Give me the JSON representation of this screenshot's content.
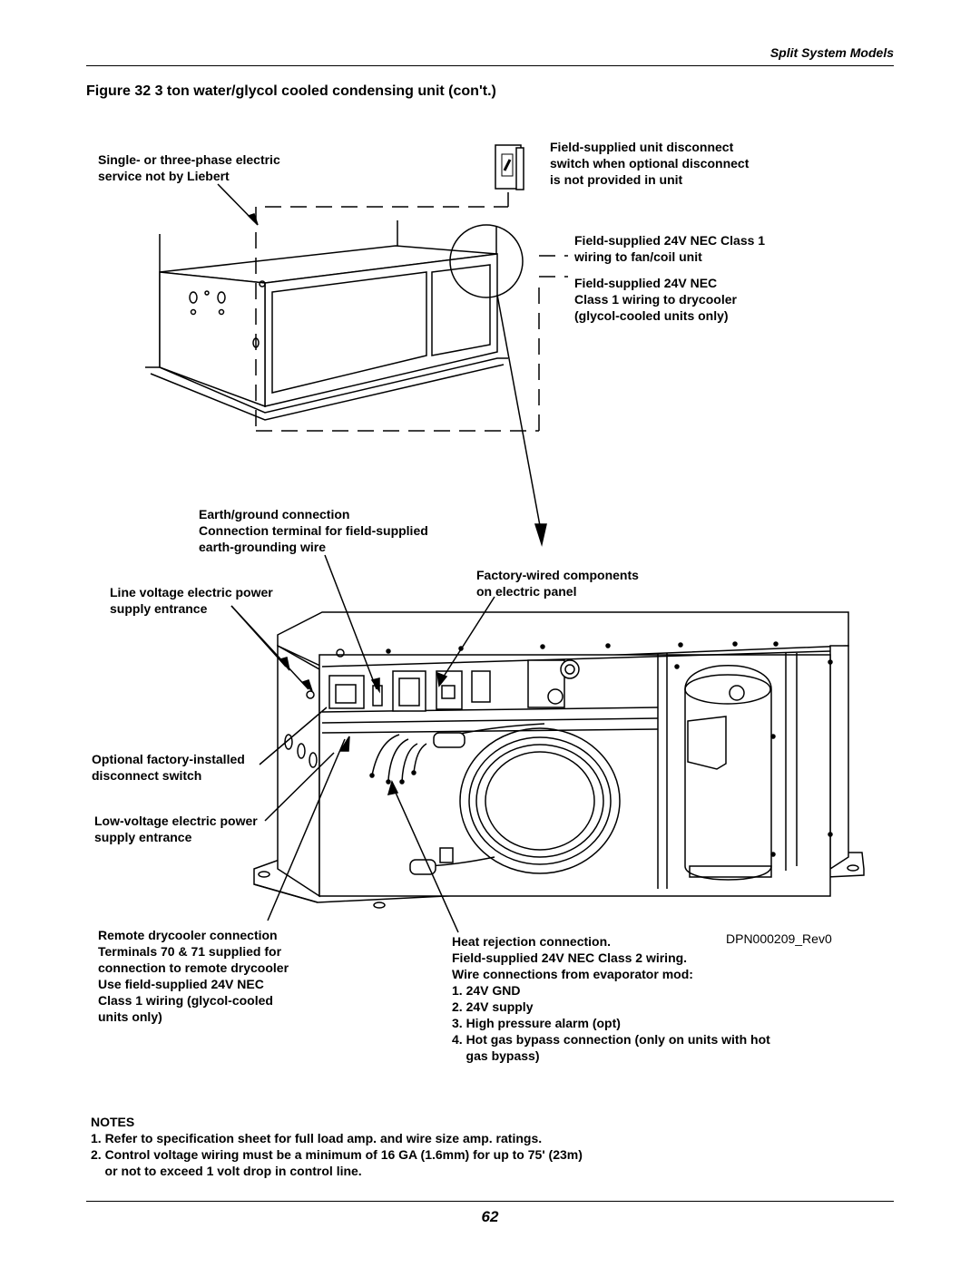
{
  "header": {
    "running_head": "Split System Models"
  },
  "figure": {
    "title": "Figure 32  3 ton water/glycol cooled condensing unit (con't.)"
  },
  "labels": {
    "service": [
      "Single- or three-phase electric",
      "service not by Liebert"
    ],
    "disconnect_field": [
      "Field-supplied unit disconnect",
      "switch when optional disconnect",
      "is not provided in unit"
    ],
    "class1_fancoil": [
      "Field-supplied 24V NEC Class 1",
      "wiring to fan/coil unit"
    ],
    "class1_drycooler": [
      "Field-supplied 24V NEC",
      "Class 1 wiring to drycooler",
      "(glycol-cooled units only)"
    ],
    "earth": [
      "Earth/ground connection",
      "Connection terminal for field-supplied",
      "earth-grounding wire"
    ],
    "line_voltage": [
      "Line voltage electric power",
      "supply entrance"
    ],
    "factory_wired": [
      "Factory-wired components",
      "on electric panel"
    ],
    "optional_disconnect": [
      "Optional factory-installed",
      "disconnect switch"
    ],
    "low_voltage": [
      "Low-voltage electric power",
      "supply entrance"
    ],
    "remote_drycooler": [
      "Remote drycooler connection",
      "Terminals 70 & 71 supplied for",
      "connection to remote drycooler",
      "Use field-supplied 24V NEC",
      "Class 1 wiring (glycol-cooled",
      "units only)"
    ],
    "heat_rejection": {
      "lines": [
        "Heat rejection connection.",
        "Field-supplied 24V NEC Class 2 wiring.",
        "Wire connections from evaporator mod:"
      ],
      "items": [
        "1. 24V GND",
        "2. 24V supply",
        "3. High pressure alarm (opt)",
        "4. Hot gas bypass connection (only on units with hot",
        "    gas bypass)"
      ]
    },
    "drawing_number": "DPN000209_Rev0"
  },
  "notes": {
    "heading": "NOTES",
    "items": [
      "1. Refer to specification sheet for full load amp. and wire size amp. ratings.",
      "2. Control voltage wiring must be a minimum of 16 GA (1.6mm) for up to 75' (23m)",
      "    or not to exceed 1 volt drop in control line."
    ]
  },
  "page_number": "62"
}
